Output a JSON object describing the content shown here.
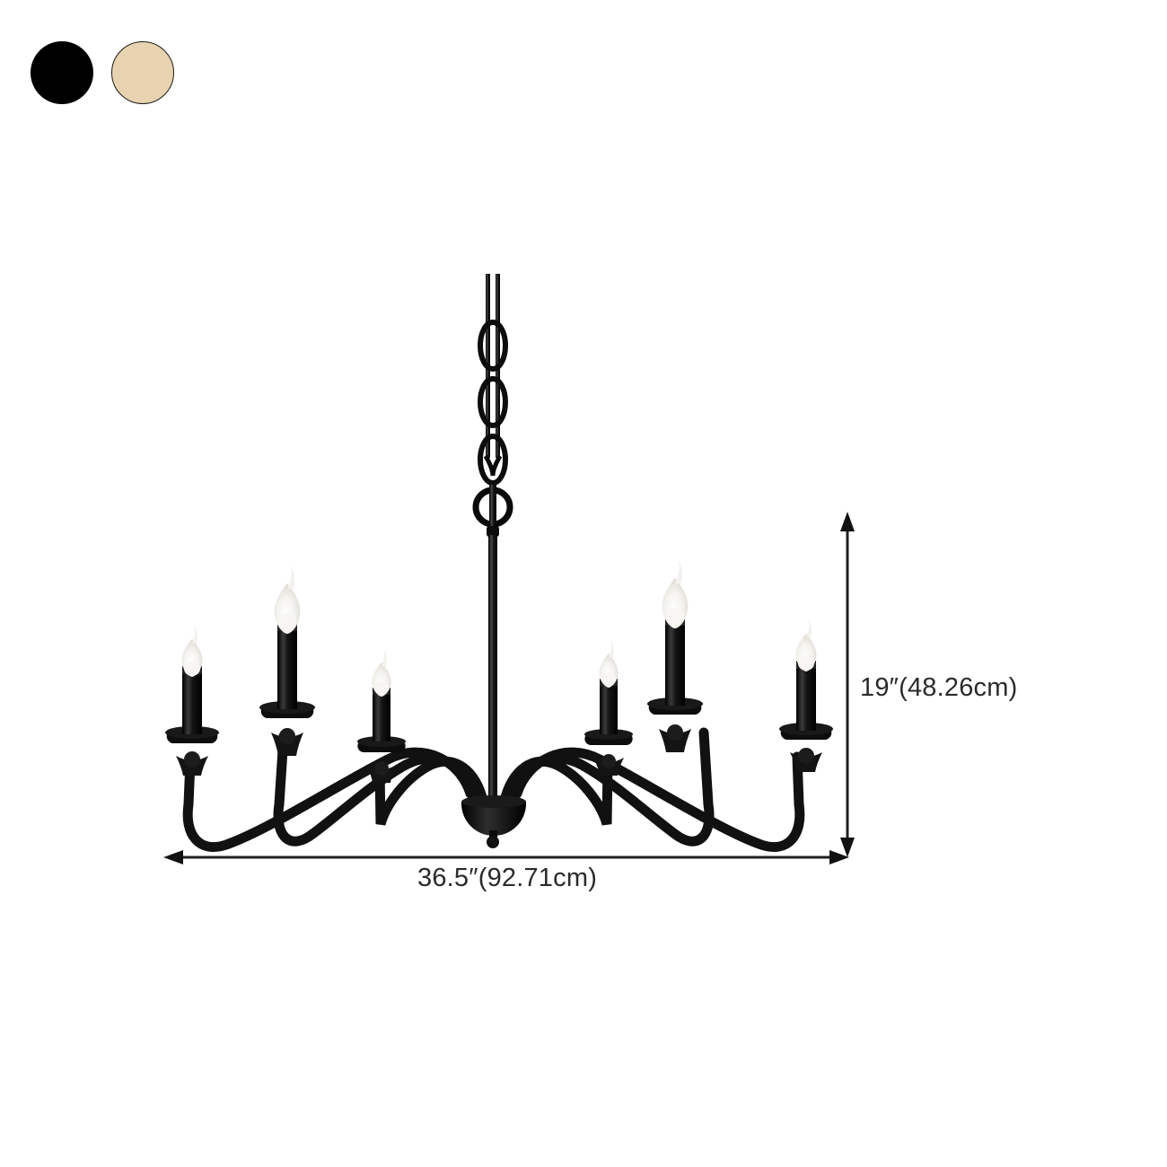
{
  "product": {
    "type": "candle-style chandelier",
    "finish": "black",
    "arm_count": 6,
    "swatches": [
      {
        "name": "black-finish-swatch",
        "label": "Black",
        "color": "#000000"
      },
      {
        "name": "beige-finish-swatch",
        "label": "Beige",
        "color": "#e8d3b0"
      }
    ]
  },
  "dimensions": {
    "width_label": "36.5″(92.71cm)",
    "height_label": "19″(48.26cm)",
    "width_inches": 36.5,
    "width_cm": 92.71,
    "height_inches": 19,
    "height_cm": 48.26
  },
  "icons": {
    "width_arrow": "double-arrow-horizontal-icon",
    "height_arrow": "double-arrow-vertical-icon"
  }
}
